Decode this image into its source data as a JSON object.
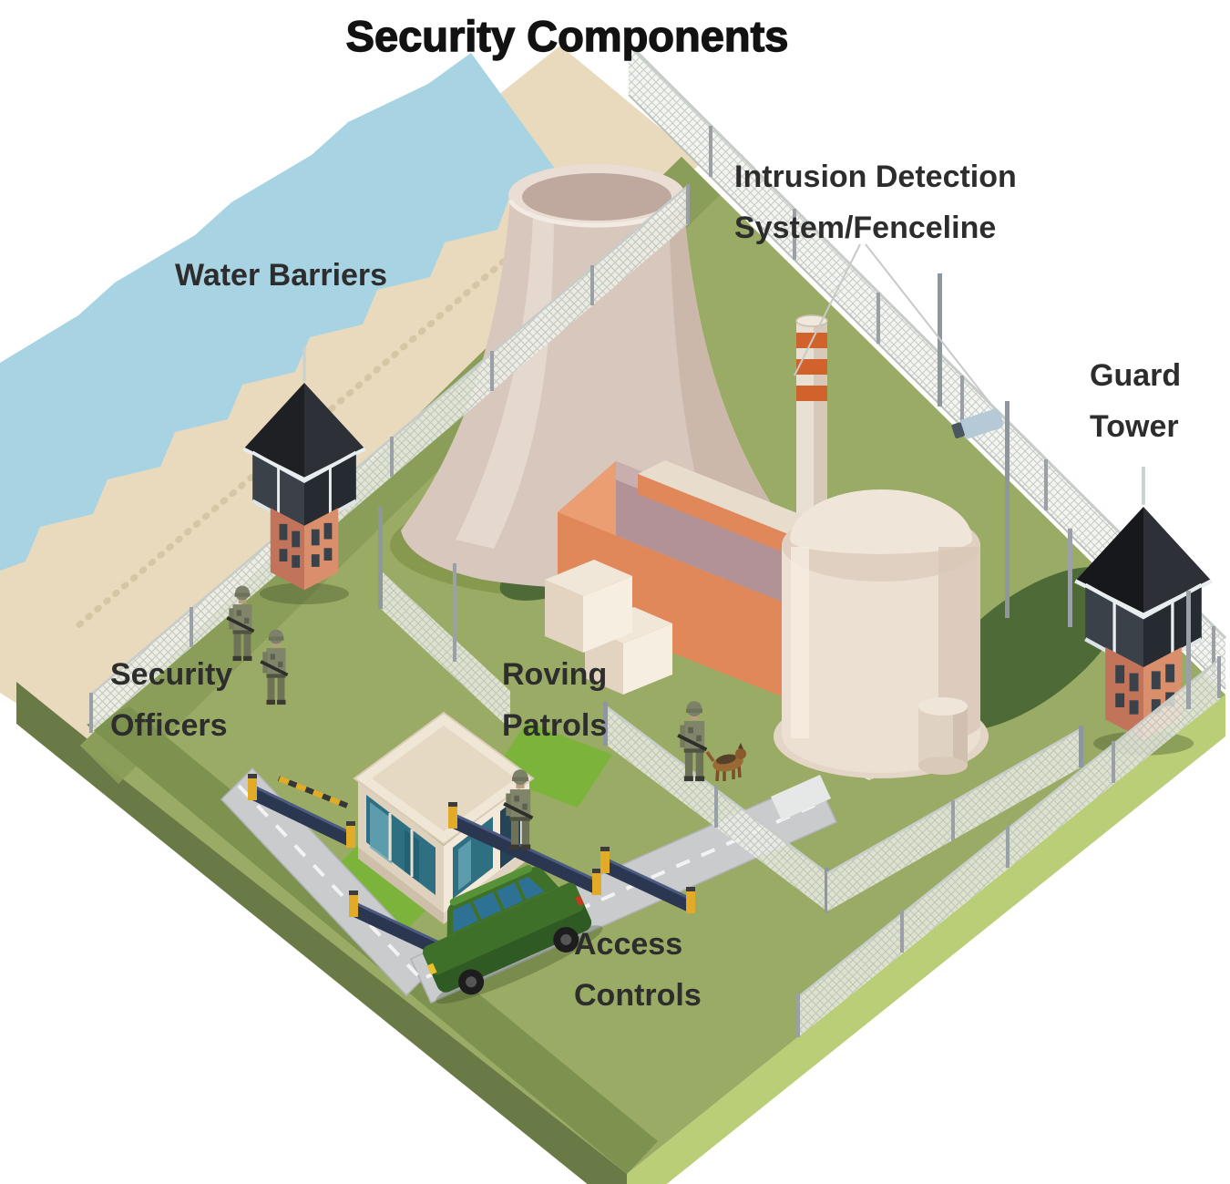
{
  "title": "Security Components",
  "components": [
    {
      "id": "water-barriers",
      "label": "Water Barriers",
      "lines": [
        "Water Barriers"
      ]
    },
    {
      "id": "intrusion-detection-fenceline",
      "label": "Intrusion Detection System/Fenceline",
      "lines": [
        "Intrusion Detection",
        "System/Fenceline"
      ]
    },
    {
      "id": "guard-tower",
      "label": "Guard Tower",
      "lines": [
        "Guard",
        "Tower"
      ]
    },
    {
      "id": "security-officers",
      "label": "Security Officers",
      "lines": [
        "Security",
        "Officers"
      ]
    },
    {
      "id": "roving-patrols",
      "label": "Roving Patrols",
      "lines": [
        "Roving",
        "Patrols"
      ]
    },
    {
      "id": "access-controls",
      "label": "Access Controls",
      "lines": [
        "Access",
        "Controls"
      ]
    }
  ],
  "illustration_items": [
    "water",
    "beach",
    "cooling-tower",
    "reactor-turbine-hall",
    "containment-building",
    "striped-smokestack",
    "guard-tower-left",
    "guard-tower-right",
    "perimeter-fence",
    "security-camera",
    "gatehouse",
    "vehicle-barriers",
    "green-minivan",
    "security-officer-figures",
    "patrol-soldier-with-dog"
  ],
  "palette": {
    "water": "#a8d3e3",
    "sand": "#e9d9bd",
    "grass": "#99ab64",
    "grass_dark": "#7e924f",
    "grass_bright": "#7cb33a",
    "grass_shadow": "#4e6b37",
    "earth_side_dark": "#6a7a47",
    "earth_side_light": "#b9ce77",
    "road": "#c9cbcd",
    "plant_orange": "#e0885a",
    "plant_orange_dark": "#cf6f42",
    "plant_roof": "#b29296",
    "plant_cream": "#ece0d3",
    "stripe_orange": "#d2622b",
    "brick": "#c1745a",
    "brick_light": "#d98f6b",
    "tower_roof": "#1e2024",
    "barrier_navy": "#2b3750",
    "bollard_yellow": "#e2ab27",
    "van_green": "#3f7029",
    "van_window": "#2d7294",
    "camera_gray": "#b5c9d6",
    "label_text": "#2d2d2d"
  }
}
